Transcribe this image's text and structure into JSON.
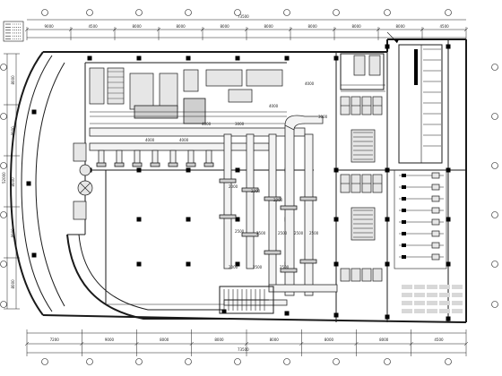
{
  "top_dimensions": {
    "overall": "73500",
    "segments": [
      "9000",
      "4500",
      "8000",
      "8000",
      "8000",
      "8000",
      "8000",
      "8000",
      "8000",
      "4500"
    ]
  },
  "bottom_dimensions": {
    "overall": "73500",
    "segments": [
      "7200",
      "9000",
      "8000",
      "8000",
      "8000",
      "8000",
      "8000",
      "4500"
    ]
  },
  "left_dimensions": {
    "overall": "52000",
    "segments": [
      "8000",
      "8000",
      "8000",
      "8000",
      "8000"
    ]
  },
  "duct_labels": [
    "4000",
    "4000",
    "4000",
    "3000",
    "4000",
    "2000",
    "2000",
    "2000",
    "2500",
    "2500",
    "2500",
    "2500",
    "2500",
    "2000",
    "2500",
    "2500",
    "3000",
    "4000"
  ],
  "legend_rows": 6,
  "colors": {
    "line": "#1a1a1a",
    "column": "#000000",
    "fill": "#e6e6e6",
    "background": "#ffffff"
  }
}
